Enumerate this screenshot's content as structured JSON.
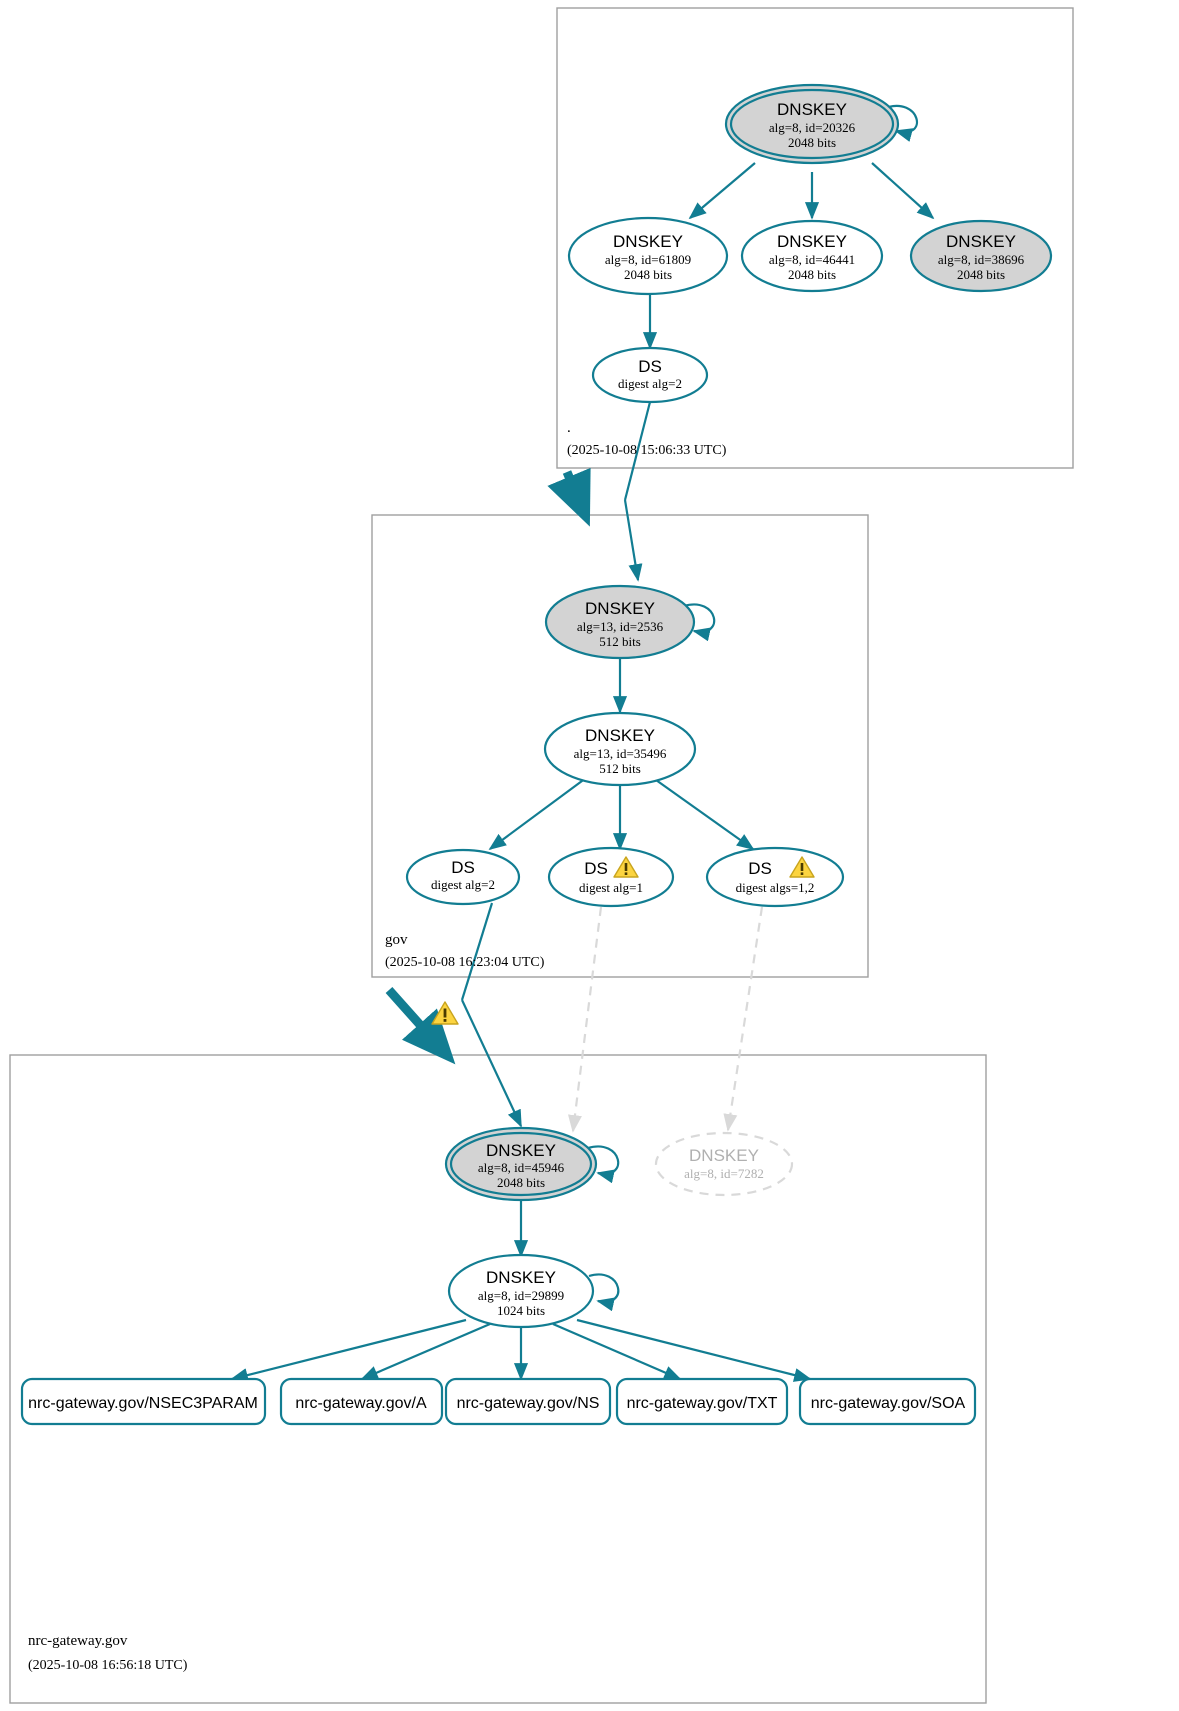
{
  "diagram": {
    "kind": "dnssec-authentication-chain",
    "colors": {
      "edge": "#127d92",
      "node_stroke": "#127d92",
      "secure_fill": "#d3d3d3",
      "plain_fill": "#ffffff",
      "faded_stroke": "#d9d9d9",
      "faded_text": "#b0b0b0",
      "zone_box_stroke": "#a0a0a0",
      "warning_fill": "#fcd440",
      "warning_stroke": "#b8860b"
    }
  },
  "zones": [
    {
      "id": "root",
      "name": ".",
      "timestamp": "(2025-10-08 15:06:33 UTC)",
      "nodes": [
        {
          "id": "root-ksk-20326",
          "type": "DNSKEY",
          "title": "DNSKEY",
          "line2": "alg=8, id=20326",
          "line3": "2048 bits",
          "style": "secure-sep",
          "self_signed": true,
          "warning": false
        },
        {
          "id": "root-zsk-61809",
          "type": "DNSKEY",
          "title": "DNSKEY",
          "line2": "alg=8, id=61809",
          "line3": "2048 bits",
          "style": "plain",
          "self_signed": false,
          "warning": false
        },
        {
          "id": "root-zsk-46441",
          "type": "DNSKEY",
          "title": "DNSKEY",
          "line2": "alg=8, id=46441",
          "line3": "2048 bits",
          "style": "plain",
          "self_signed": false,
          "warning": false
        },
        {
          "id": "root-zsk-38696",
          "type": "DNSKEY",
          "title": "DNSKEY",
          "line2": "alg=8, id=38696",
          "line3": "2048 bits",
          "style": "secure",
          "self_signed": false,
          "warning": false
        },
        {
          "id": "root-ds-gov",
          "type": "DS",
          "title": "DS",
          "line2": "digest alg=2",
          "line3": "",
          "style": "plain",
          "self_signed": false,
          "warning": false
        }
      ]
    },
    {
      "id": "gov",
      "name": "gov",
      "timestamp": "(2025-10-08 16:23:04 UTC)",
      "nodes": [
        {
          "id": "gov-ksk-2536",
          "type": "DNSKEY",
          "title": "DNSKEY",
          "line2": "alg=13, id=2536",
          "line3": "512 bits",
          "style": "secure",
          "self_signed": true,
          "warning": false
        },
        {
          "id": "gov-zsk-35496",
          "type": "DNSKEY",
          "title": "DNSKEY",
          "line2": "alg=13, id=35496",
          "line3": "512 bits",
          "style": "plain",
          "self_signed": false,
          "warning": false
        },
        {
          "id": "gov-ds-alg2",
          "type": "DS",
          "title": "DS",
          "line2": "digest alg=2",
          "line3": "",
          "style": "plain",
          "self_signed": false,
          "warning": false
        },
        {
          "id": "gov-ds-alg1",
          "type": "DS",
          "title": "DS",
          "line2": "digest alg=1",
          "line3": "",
          "style": "plain",
          "self_signed": false,
          "warning": true
        },
        {
          "id": "gov-ds-algs12",
          "type": "DS",
          "title": "DS",
          "line2": "digest algs=1,2",
          "line3": "",
          "style": "plain",
          "self_signed": false,
          "warning": true
        }
      ]
    },
    {
      "id": "nrc-gateway",
      "name": "nrc-gateway.gov",
      "timestamp": "(2025-10-08 16:56:18 UTC)",
      "nodes": [
        {
          "id": "nrc-ksk-45946",
          "type": "DNSKEY",
          "title": "DNSKEY",
          "line2": "alg=8, id=45946",
          "line3": "2048 bits",
          "style": "secure-sep",
          "self_signed": true,
          "warning": false
        },
        {
          "id": "nrc-key-7282",
          "type": "DNSKEY",
          "title": "DNSKEY",
          "line2": "alg=8, id=7282",
          "line3": "",
          "style": "faded",
          "self_signed": false,
          "warning": false
        },
        {
          "id": "nrc-zsk-29899",
          "type": "DNSKEY",
          "title": "DNSKEY",
          "line2": "alg=8, id=29899",
          "line3": "1024 bits",
          "style": "plain",
          "self_signed": true,
          "warning": false
        }
      ],
      "rrsets": [
        {
          "id": "rr-nsec3param",
          "label": "nrc-gateway.gov/NSEC3PARAM"
        },
        {
          "id": "rr-a",
          "label": "nrc-gateway.gov/A"
        },
        {
          "id": "rr-ns",
          "label": "nrc-gateway.gov/NS"
        },
        {
          "id": "rr-txt",
          "label": "nrc-gateway.gov/TXT"
        },
        {
          "id": "rr-soa",
          "label": "nrc-gateway.gov/SOA"
        }
      ]
    }
  ],
  "delegations": [
    {
      "id": "root-to-gov",
      "from": "root",
      "to": "gov",
      "warning": false
    },
    {
      "id": "gov-to-nrc",
      "from": "gov",
      "to": "nrc-gateway",
      "warning": true
    }
  ]
}
